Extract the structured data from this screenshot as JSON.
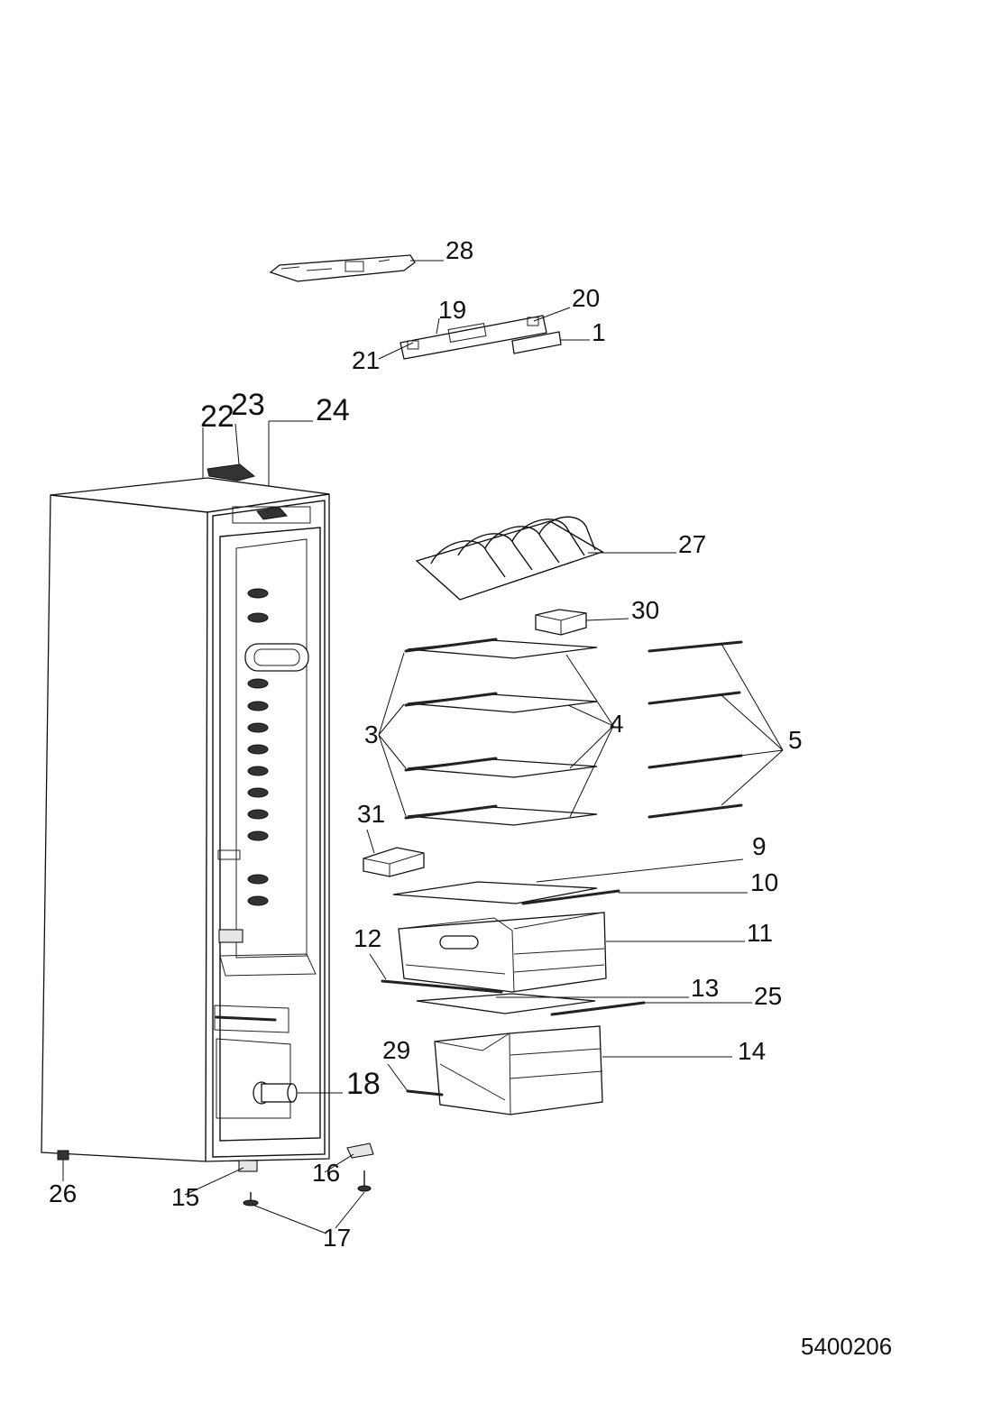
{
  "document_code": "5400206",
  "callouts": [
    {
      "id": "c28",
      "text": "28"
    },
    {
      "id": "c19",
      "text": "19"
    },
    {
      "id": "c20",
      "text": "20"
    },
    {
      "id": "c1",
      "text": "1"
    },
    {
      "id": "c21",
      "text": "21"
    },
    {
      "id": "c22",
      "text": "22"
    },
    {
      "id": "c23",
      "text": "23"
    },
    {
      "id": "c24",
      "text": "24"
    },
    {
      "id": "c27",
      "text": "27"
    },
    {
      "id": "c30",
      "text": "30"
    },
    {
      "id": "c3",
      "text": "3"
    },
    {
      "id": "c4",
      "text": "4"
    },
    {
      "id": "c5",
      "text": "5"
    },
    {
      "id": "c31",
      "text": "31"
    },
    {
      "id": "c9",
      "text": "9"
    },
    {
      "id": "c10",
      "text": "10"
    },
    {
      "id": "c11",
      "text": "11"
    },
    {
      "id": "c12",
      "text": "12"
    },
    {
      "id": "c13",
      "text": "13"
    },
    {
      "id": "c25",
      "text": "25"
    },
    {
      "id": "c29",
      "text": "29"
    },
    {
      "id": "c14",
      "text": "14"
    },
    {
      "id": "c18",
      "text": "18"
    },
    {
      "id": "c16",
      "text": "16"
    },
    {
      "id": "c26",
      "text": "26"
    },
    {
      "id": "c15",
      "text": "15"
    },
    {
      "id": "c17",
      "text": "17"
    }
  ]
}
